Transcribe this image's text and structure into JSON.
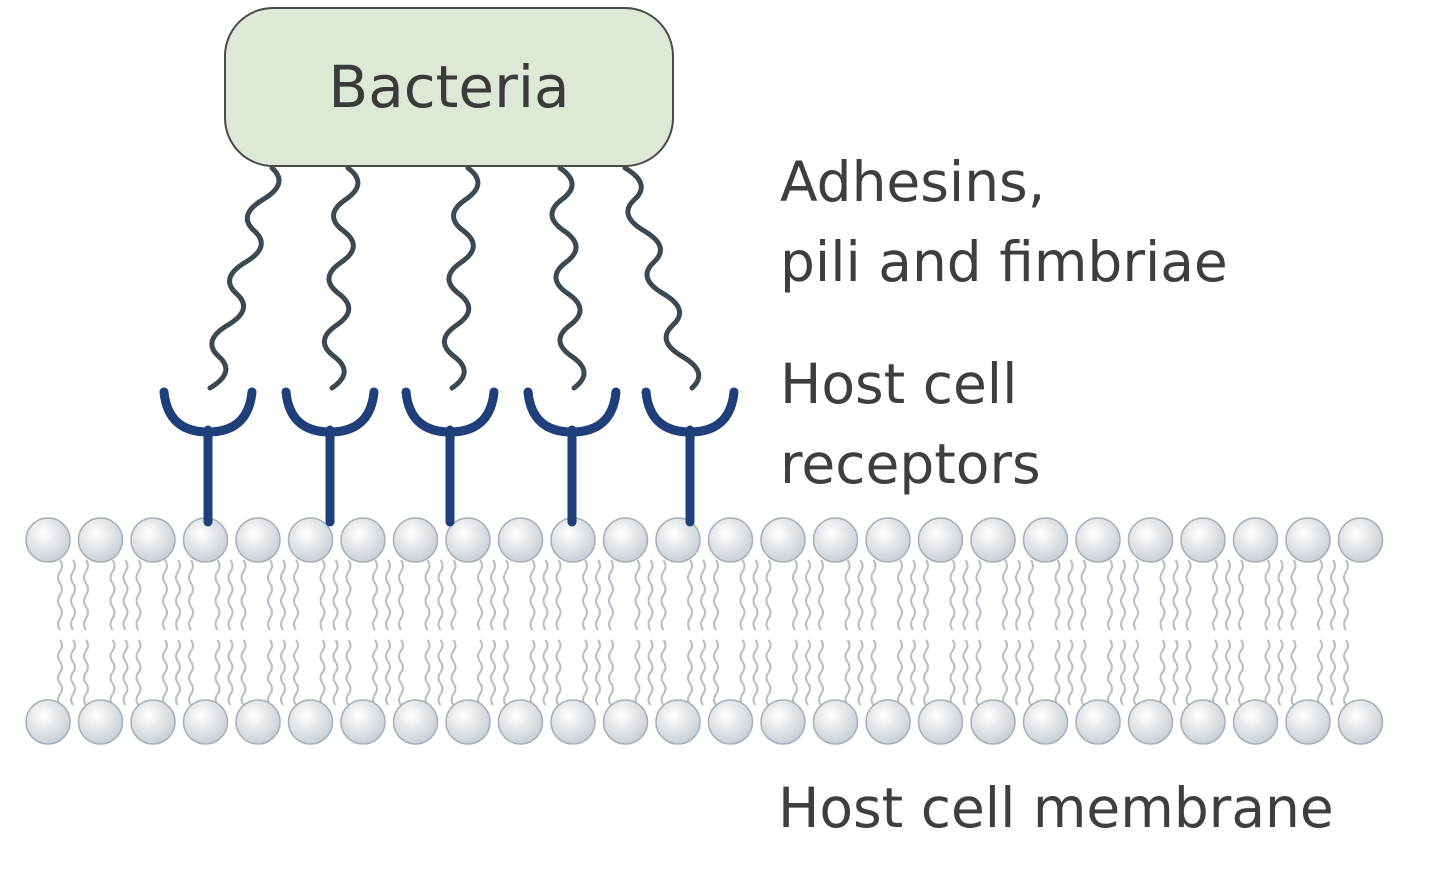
{
  "bacteria": {
    "label": "Bacteria",
    "fill": "#dde8d6",
    "stroke": "#4a4a4a"
  },
  "adhesins_label": [
    "Adhesins,",
    "pili and fimbriae"
  ],
  "receptors_label": [
    "Host cell",
    "receptors"
  ],
  "membrane_label": "Host cell membrane",
  "colors": {
    "pili": "#3b4a52",
    "receptors": "#1f3f7a",
    "head_fill": "#dfe3e7",
    "head_stroke": "#a7b0b8",
    "tails": "#b7bec5"
  },
  "counts": {
    "pili": 5,
    "receptors": 5,
    "heads_per_layer": 26
  }
}
